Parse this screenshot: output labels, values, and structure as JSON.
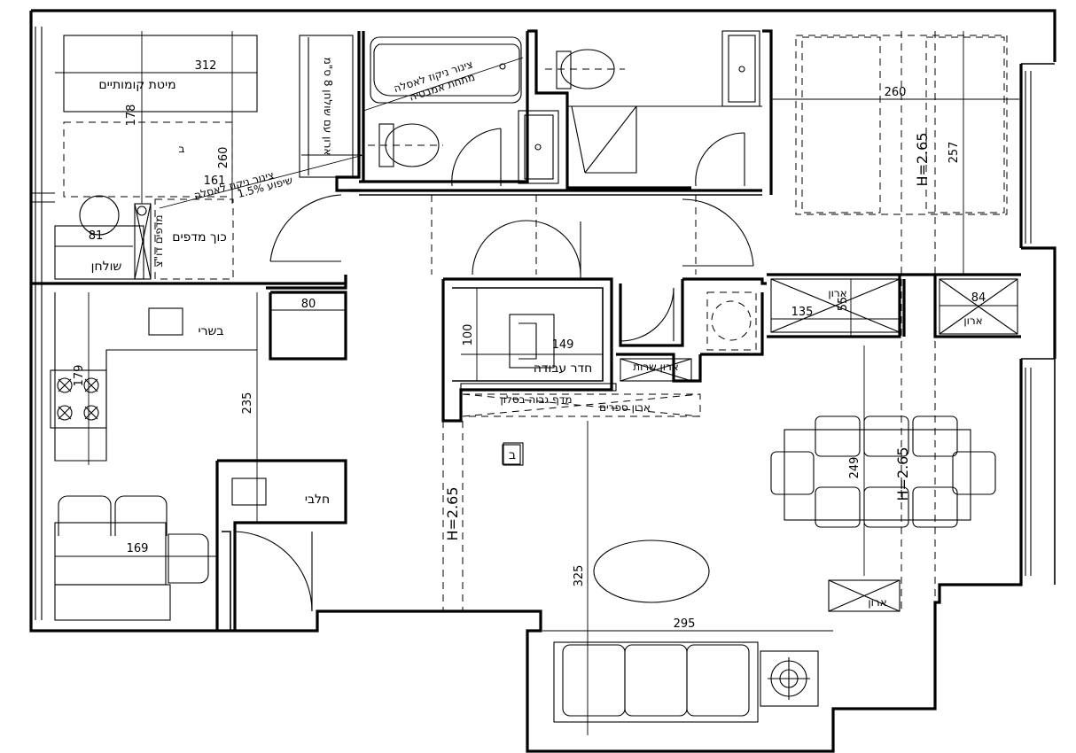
{
  "rooms": {
    "bunk_bed": "מיטת קומותיים",
    "closet_desk": "ארון עם שולחן 8 ס\"מ",
    "pipe_note_1": "צינור ניקוז לאסלה",
    "pipe_note_1b": "מתחת אמבטיה",
    "pipe_note_2": "צינור ניקוז לאסלה",
    "pipe_note_2b": "שיפוע 1.5%",
    "stair_beds": "מדפים דו\"צ",
    "kids_beds": "כוך מדפים",
    "table": "שולחן",
    "meat": "בשרי",
    "dairy": "חלבי",
    "work_room": "חדר עבודה",
    "service_closet": "ארון שרות",
    "high_shelf": "מדף גבוה בסלון",
    "book_closet": "ארון ספרים",
    "closet_1": "ארון",
    "closet_2": "ארון",
    "closet_3": "ארון",
    "room_letter_1": "ב",
    "room_letter_2": "ב"
  },
  "dims": {
    "d312": "312",
    "d178": "178",
    "d260a": "260",
    "d161": "161",
    "d81": "81",
    "d80": "80",
    "d179": "179",
    "d235": "235",
    "d169": "169",
    "d100": "100",
    "d149": "149",
    "d260b": "260",
    "d257": "257",
    "d135": "135",
    "d55": "55",
    "d84": "84",
    "d249": "249",
    "d325": "325",
    "d295": "295",
    "h265a": "H=2.65",
    "h265b": "H=2.65",
    "h265c": "H=2.65"
  }
}
